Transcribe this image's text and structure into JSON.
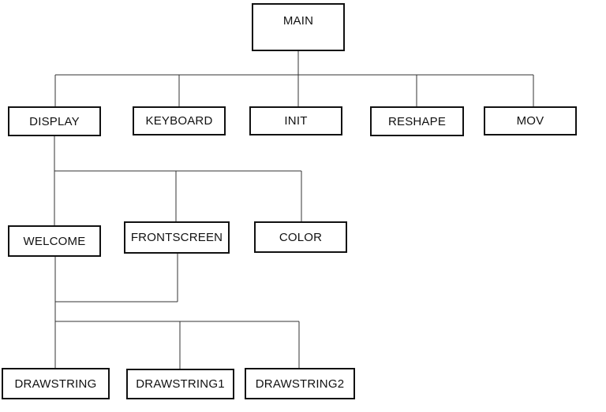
{
  "nodes": {
    "main": "MAIN",
    "display": "DISPLAY",
    "keyboard": "KEYBOARD",
    "init": "INIT",
    "reshape": "RESHAPE",
    "mov": "MOV",
    "welcome": "WELCOME",
    "frontscreen": "FRONTSCREEN",
    "color": "COLOR",
    "drawstring": "DRAWSTRING",
    "drawstring1": "DRAWSTRING1",
    "drawstring2": "DRAWSTRING2"
  },
  "edges": [
    [
      "main",
      "display"
    ],
    [
      "main",
      "keyboard"
    ],
    [
      "main",
      "init"
    ],
    [
      "main",
      "reshape"
    ],
    [
      "main",
      "mov"
    ],
    [
      "display",
      "welcome"
    ],
    [
      "display",
      "frontscreen"
    ],
    [
      "display",
      "color"
    ],
    [
      "welcome",
      "drawstring"
    ],
    [
      "welcome",
      "drawstring1"
    ],
    [
      "welcome",
      "drawstring2"
    ],
    [
      "frontscreen",
      "drawstring"
    ],
    [
      "frontscreen",
      "drawstring1"
    ],
    [
      "frontscreen",
      "drawstring2"
    ]
  ]
}
